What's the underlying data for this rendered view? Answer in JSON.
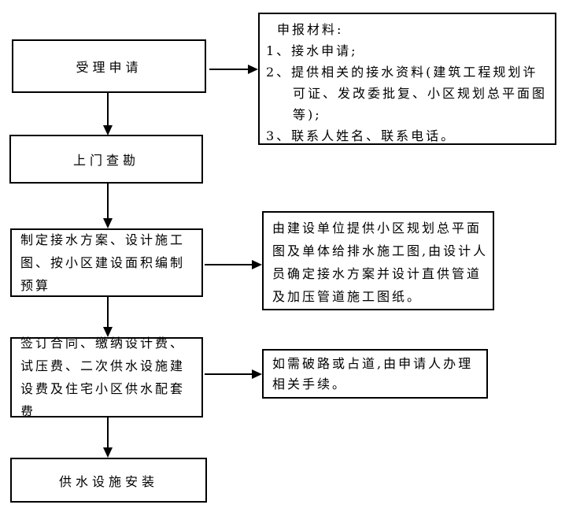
{
  "flowchart": {
    "colors": {
      "border": "#000000",
      "background": "#ffffff",
      "text": "#000000",
      "arrow": "#000000"
    },
    "steps": [
      {
        "label": "受理申请"
      },
      {
        "label": "上门查勘"
      },
      {
        "label": "制定接水方案、设计施工图、按小区建设面积编制预算"
      },
      {
        "label": "签订合同、缴纳设计费、试压费、二次供水设施建设费及住宅小区供水配套费"
      },
      {
        "label": "供水设施安装"
      }
    ],
    "notes": [
      {
        "title": "申报材料:",
        "items": [
          "1、接水申请;",
          "2、提供相关的接水资料(建筑工程规划许可证、发改委批复、小区规划总平面图等);",
          "3、联系人姓名、联系电话。"
        ]
      },
      {
        "text": "由建设单位提供小区规划总平面图及单体给排水施工图,由设计人员确定接水方案并设计直供管道及加压管道施工图纸。"
      },
      {
        "text": "如需破路或占道,由申请人办理相关手续。"
      }
    ]
  }
}
